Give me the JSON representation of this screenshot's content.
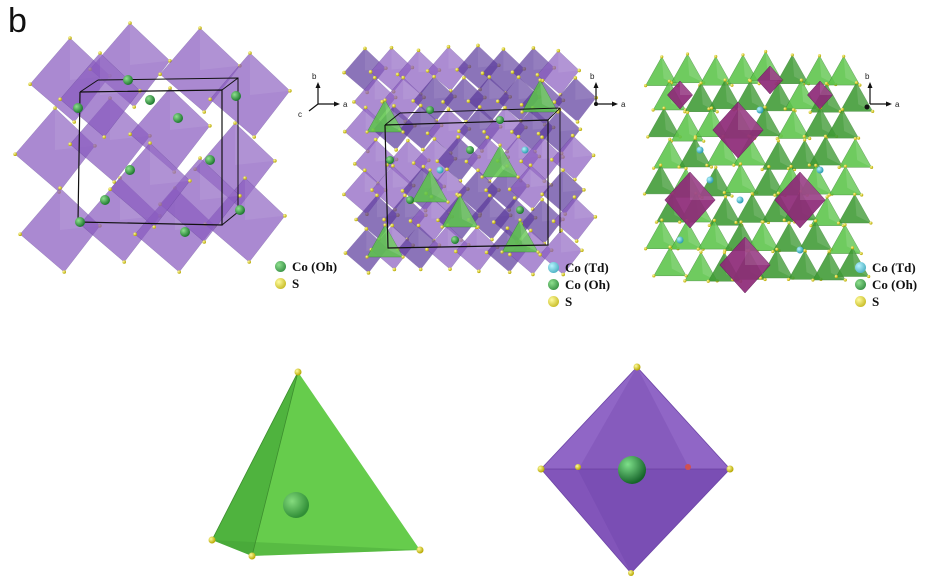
{
  "panel": {
    "label": "b"
  },
  "axes": {
    "a": "a",
    "b": "b",
    "c": "c"
  },
  "legends": {
    "left": [
      {
        "label": "Co (Oh)",
        "color": "#3aa84a"
      },
      {
        "label": "S",
        "color": "#e8e020"
      }
    ],
    "middle": [
      {
        "label": "Co (Td)",
        "color": "#3ec6d6"
      },
      {
        "label": "Co (Oh)",
        "color": "#3aa84a"
      },
      {
        "label": "S",
        "color": "#e8e020"
      }
    ],
    "right": [
      {
        "label": "Co (Td)",
        "color": "#3ec6d6"
      },
      {
        "label": "Co (Oh)",
        "color": "#3aa84a"
      },
      {
        "label": "S",
        "color": "#e8e020"
      }
    ]
  },
  "colors": {
    "octahedron": "#8a5cc0",
    "octahedron_dark": "#5b3a9c",
    "tetrahedron": "#5cc44a",
    "tetrahedron_dark": "#3e9a34",
    "magenta_octahedron": "#8e2a78",
    "sulfur": "#e8e020",
    "cobalt_oh": "#3aa84a",
    "cobalt_td": "#3ec6d6"
  }
}
